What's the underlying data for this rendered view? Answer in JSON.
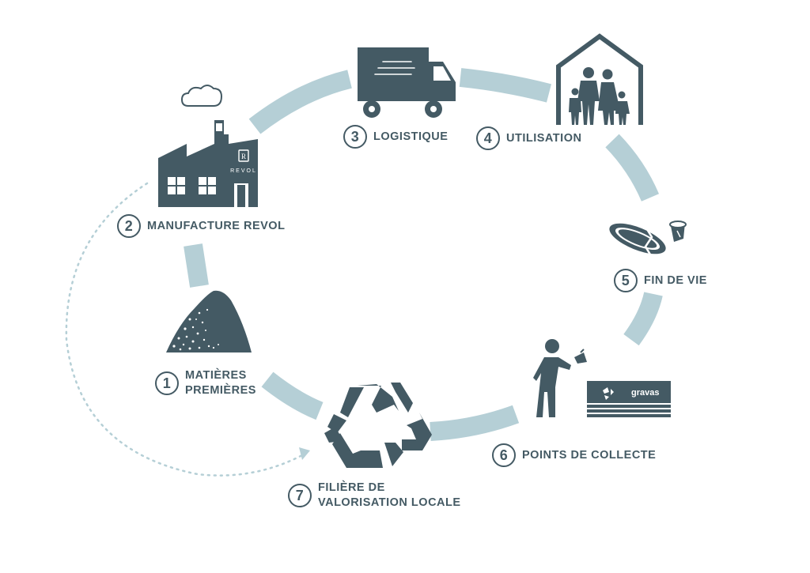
{
  "colors": {
    "icon": "#445a64",
    "ring": "#b5cfd6",
    "dotted": "#b5cfd6"
  },
  "steps": [
    {
      "number": "1",
      "lines": [
        "MATIÈRES",
        "PREMIÈRES"
      ],
      "icon": "raw-material-pile-icon"
    },
    {
      "number": "2",
      "lines": [
        "MANUFACTURE REVOL"
      ],
      "icon": "factory-icon",
      "sign": "REVOL"
    },
    {
      "number": "3",
      "lines": [
        "LOGISTIQUE"
      ],
      "icon": "delivery-truck-icon"
    },
    {
      "number": "4",
      "lines": [
        "UTILISATION"
      ],
      "icon": "family-house-icon"
    },
    {
      "number": "5",
      "lines": [
        "FIN DE VIE"
      ],
      "icon": "broken-dish-icon"
    },
    {
      "number": "6",
      "lines": [
        "POINTS DE COLLECTE"
      ],
      "icon": "collection-point-icon",
      "bin_label": "gravas"
    },
    {
      "number": "7",
      "lines": [
        "FILIÈRE DE",
        "VALORISATION LOCALE"
      ],
      "icon": "recycle-icon"
    }
  ]
}
